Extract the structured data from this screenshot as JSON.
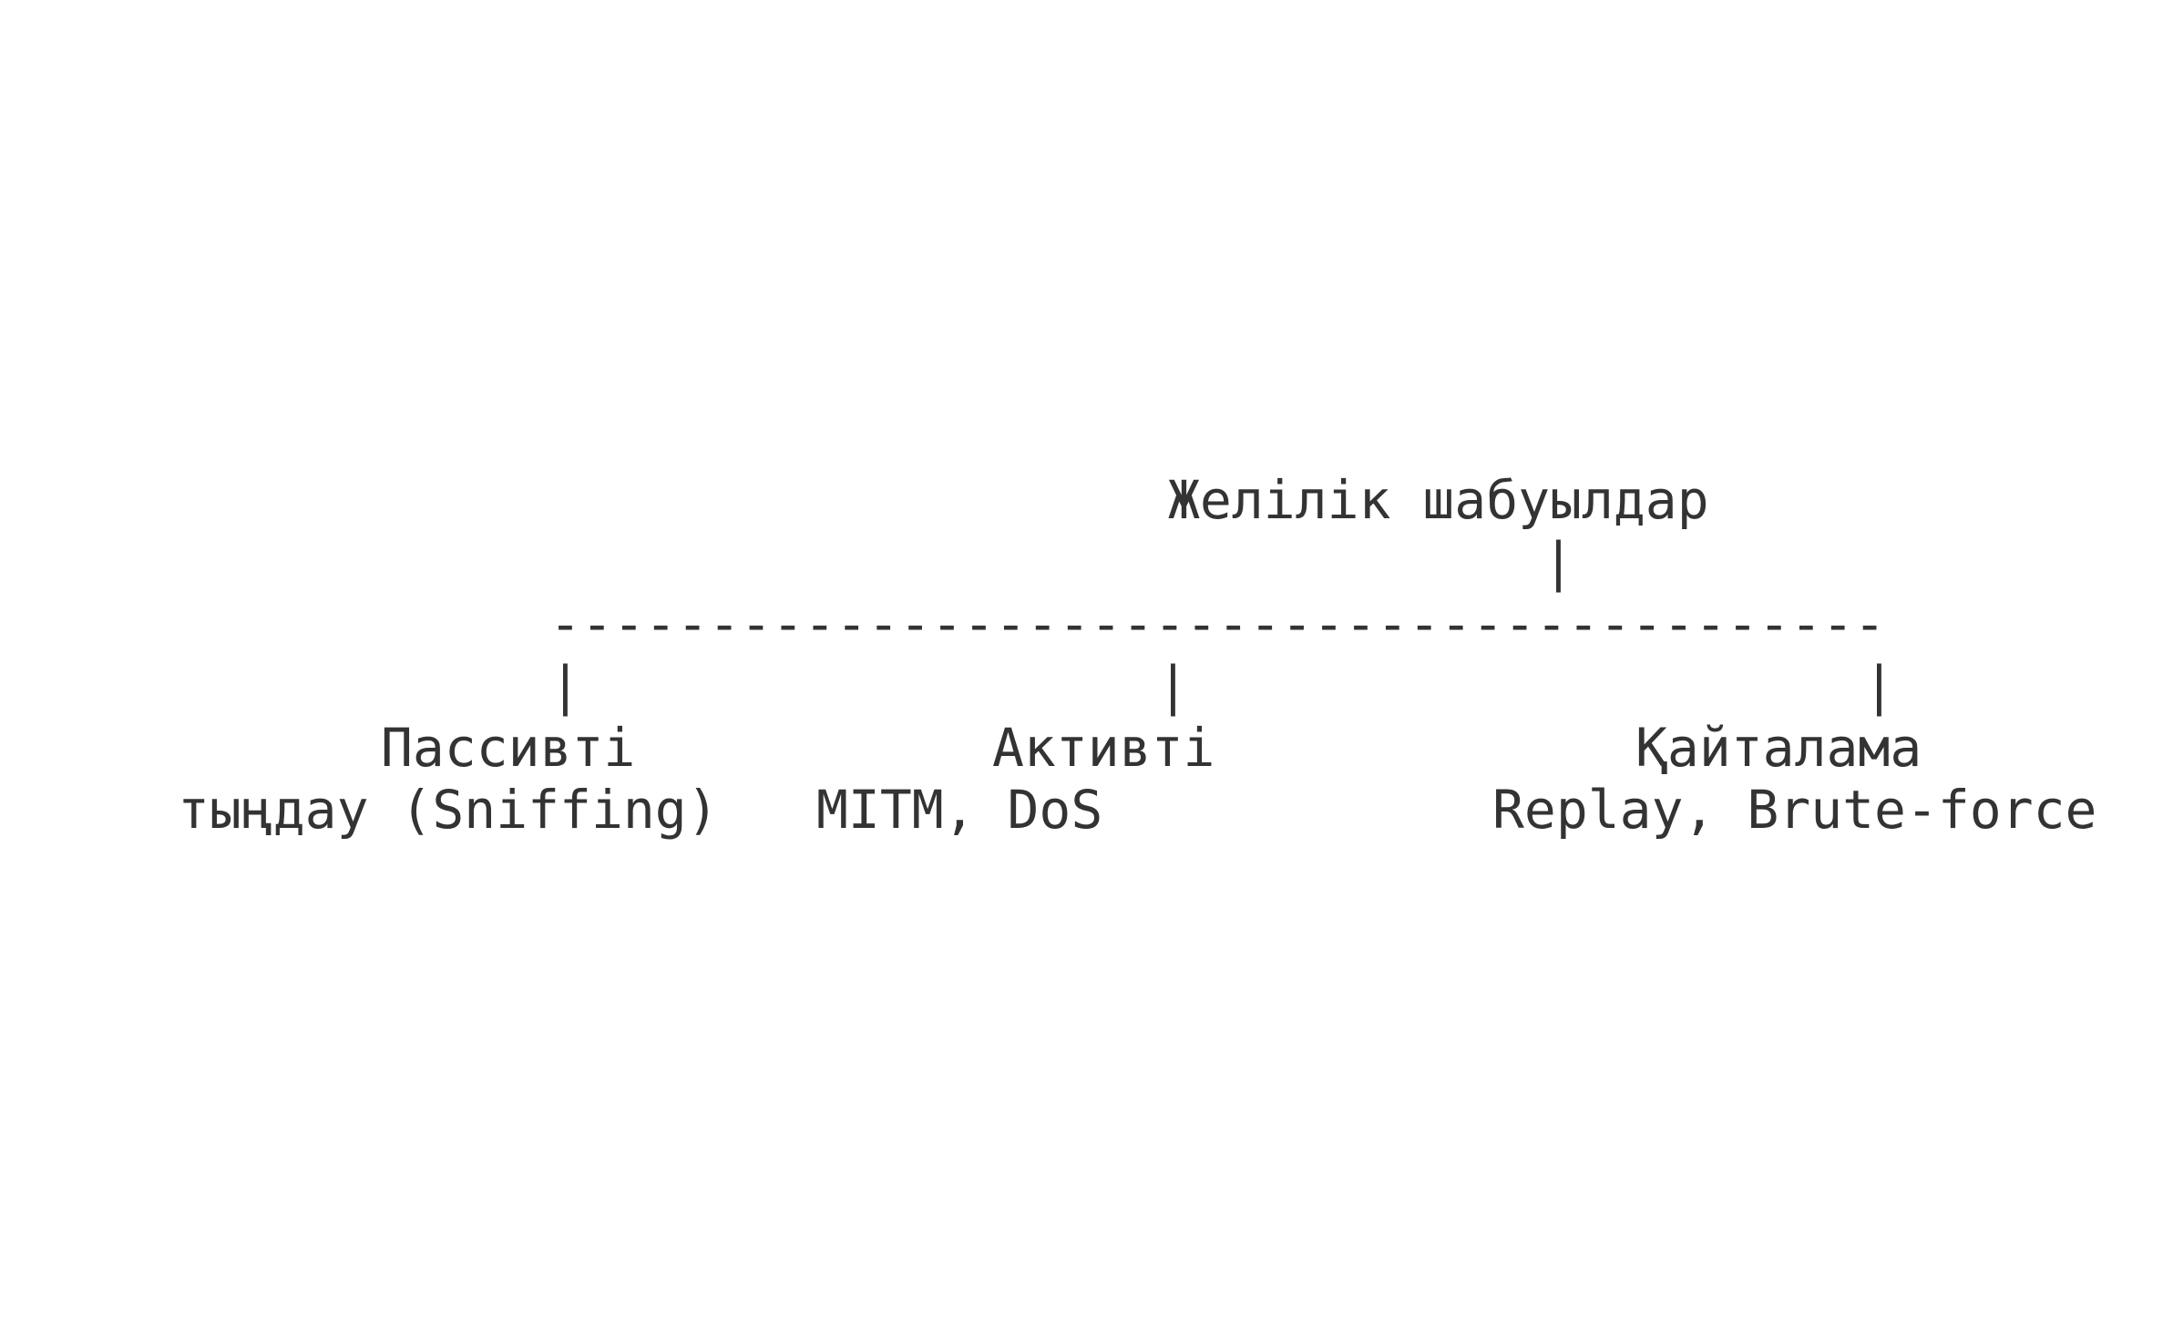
{
  "diagram": {
    "text_color": "#333333",
    "background": "#ffffff",
    "lines": [
      "              Желілік шабуылдар",
      "                       |",
      "  ----------------------------------------",
      "  |                  |                     |",
      "  Пассивті        Активті           Қайталама",
      "тыңдау (Sniffing)   MITM, DoS          Replay, Brute-force"
    ],
    "root": {
      "label": "Желілік шабуылдар"
    },
    "branches": [
      {
        "title": "Пассивті",
        "detail": "тыңдау (Sniffing)"
      },
      {
        "title": "Активті",
        "detail": "MITM, DoS"
      },
      {
        "title": "Қайталама",
        "detail": "Replay, Brute-force"
      }
    ]
  }
}
